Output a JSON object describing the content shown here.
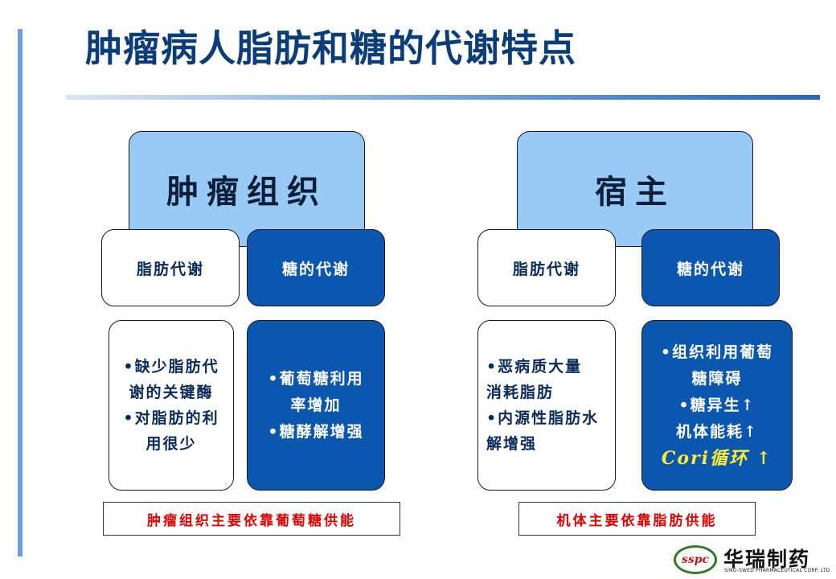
{
  "title": "肿瘤病人脂肪和糖的代谢特点",
  "tumor": {
    "header": "肿瘤组织",
    "fat_label": "脂肪代谢",
    "sugar_label": "糖的代谢",
    "fat_lines": [
      "•缺少脂肪代",
      "谢的关键酶",
      "•对脂肪的利",
      "用很少"
    ],
    "sugar_lines": [
      "•葡萄糖利用",
      "率增加",
      "•糖酵解增强"
    ],
    "summary": "肿瘤组织主要依靠葡萄糖供能"
  },
  "host": {
    "header": "宿主",
    "fat_label": "脂肪代谢",
    "sugar_label": "糖的代谢",
    "fat_lines": [
      "•恶病质大量",
      "消耗脂肪",
      "•内源性脂肪水",
      "解增强"
    ],
    "sugar_lines": [
      "•组织利用葡萄",
      "糖障碍",
      "•糖异生↑",
      "机体能耗↑"
    ],
    "cori_text": "Cori循环 ↑",
    "summary": "机体主要依靠脂肪供能"
  },
  "logo": {
    "badge": "sspc",
    "name": "华瑞制药",
    "english": "SINO-SWED PHARMACEUTICAL CORP. LTD."
  },
  "colors": {
    "title": "#0b3d78",
    "header_fill": "#99c9f5",
    "blue_box": "#0b57b0",
    "summary_text": "#e00000",
    "cori_text": "#ffee33"
  }
}
